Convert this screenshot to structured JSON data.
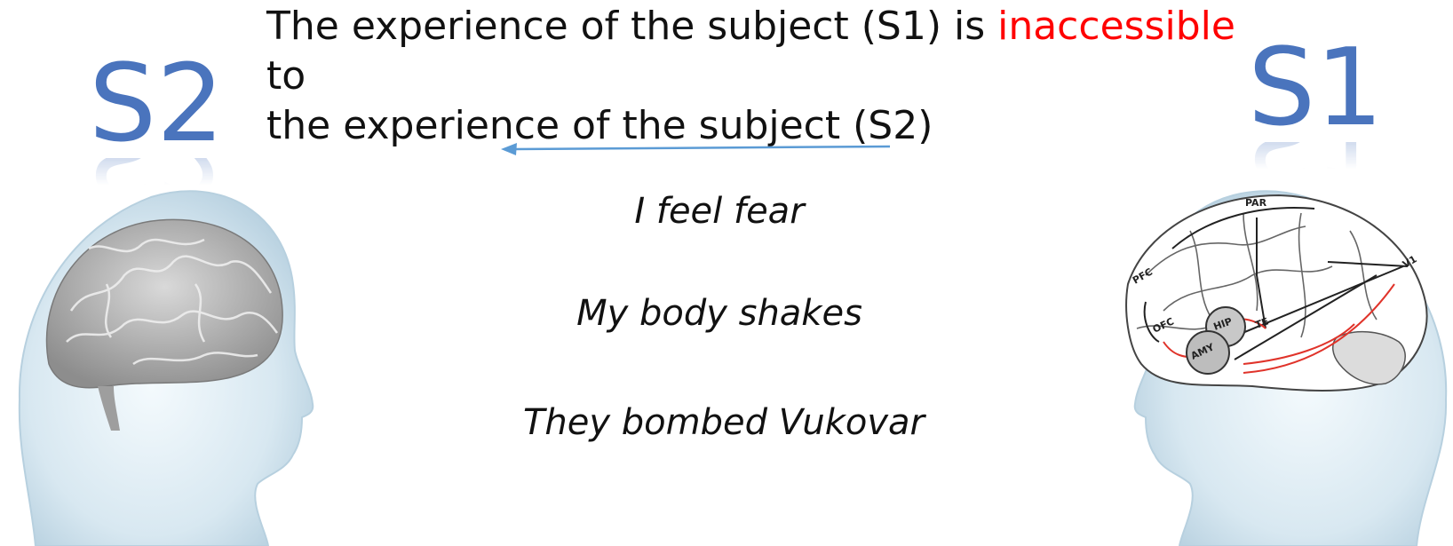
{
  "title": {
    "part1": "The experience of the subject (S1) is ",
    "highlight": "inaccessible",
    "part2": " to",
    "line2": "the experience of the subject (S2)"
  },
  "labels": {
    "left_subject": "S2",
    "right_subject": "S1"
  },
  "statements": [
    "I feel fear",
    "My body shakes",
    "They bombed Vukovar"
  ],
  "brain_regions": [
    "PAR",
    "PFC",
    "V1",
    "OFC",
    "HIP",
    "TE",
    "AMY"
  ],
  "colors": {
    "subject_label": "#4a74bd",
    "highlight": "#ff0000",
    "arrow": "#5b9bd5",
    "pathway_red": "#e0332a"
  },
  "icons": {
    "left_figure": "head-with-brain-icon",
    "right_figure": "head-with-brain-diagram-icon",
    "arrow": "left-arrow-icon"
  }
}
